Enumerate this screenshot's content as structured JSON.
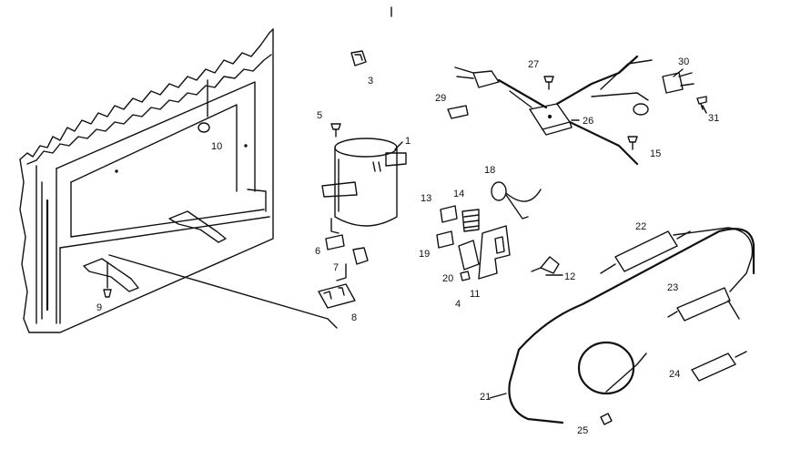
{
  "diagram": {
    "callouts": [
      {
        "id": "1",
        "text": "1"
      },
      {
        "id": "3",
        "text": "3"
      },
      {
        "id": "4",
        "text": "4"
      },
      {
        "id": "5",
        "text": "5"
      },
      {
        "id": "6",
        "text": "6"
      },
      {
        "id": "7",
        "text": "7"
      },
      {
        "id": "8",
        "text": "8"
      },
      {
        "id": "9",
        "text": "9"
      },
      {
        "id": "10",
        "text": "10"
      },
      {
        "id": "11",
        "text": "11"
      },
      {
        "id": "12",
        "text": "12"
      },
      {
        "id": "13",
        "text": "13"
      },
      {
        "id": "14",
        "text": "14"
      },
      {
        "id": "15",
        "text": "15"
      },
      {
        "id": "18",
        "text": "18"
      },
      {
        "id": "19",
        "text": "19"
      },
      {
        "id": "20",
        "text": "20"
      },
      {
        "id": "21",
        "text": "21"
      },
      {
        "id": "22",
        "text": "22"
      },
      {
        "id": "23",
        "text": "23"
      },
      {
        "id": "24",
        "text": "24"
      },
      {
        "id": "25",
        "text": "25"
      },
      {
        "id": "26",
        "text": "26"
      },
      {
        "id": "27",
        "text": "27"
      },
      {
        "id": "29",
        "text": "29"
      },
      {
        "id": "30",
        "text": "30"
      },
      {
        "id": "31",
        "text": "31"
      }
    ]
  }
}
